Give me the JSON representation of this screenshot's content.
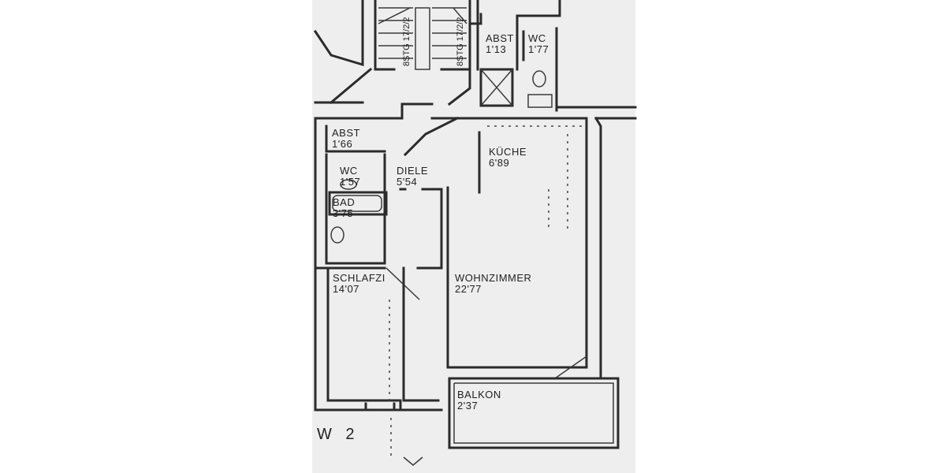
{
  "stair_labels": {
    "left": "8STG 17/2/2",
    "right": "8STG 17/2/2"
  },
  "rooms": [
    {
      "id": "abst_top",
      "name": "ABST",
      "area": "1'13"
    },
    {
      "id": "wc_top",
      "name": "WC",
      "area": "1'77"
    },
    {
      "id": "abst",
      "name": "ABST",
      "area": "1'66"
    },
    {
      "id": "wc",
      "name": "WC",
      "area": "1'57"
    },
    {
      "id": "diele",
      "name": "DIELE",
      "area": "5'54"
    },
    {
      "id": "kueche",
      "name": "KÜCHE",
      "area": "6'89"
    },
    {
      "id": "bad",
      "name": "BAD",
      "area": "3'75"
    },
    {
      "id": "schlafzi",
      "name": "SCHLAFZI",
      "area": "14'07"
    },
    {
      "id": "wohnzimmer",
      "name": "WOHNZIMMER",
      "area": "22'77"
    },
    {
      "id": "balkon",
      "name": "BALKON",
      "area": "2'37"
    }
  ],
  "unit_label": "W 2"
}
